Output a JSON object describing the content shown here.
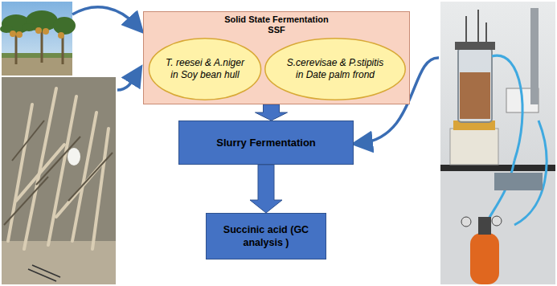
{
  "diagram": {
    "nodes": [
      {
        "text": [
          "Solid State Fermentation SSF"
        ]
      },
      {
        "text": [
          "T. reesei & A.niger in Soy bean hull"
        ],
        "in": 0
      },
      {
        "text": [
          "S.cerevisae & P.stipitis in Date palm frond"
        ],
        "in": 0
      },
      {
        "text": [
          "Slurry Fermentation"
        ]
      },
      {
        "text": [
          "Succinic acid (GC analysis )"
        ]
      }
    ],
    "edges": [
      {
        "from": 0,
        "to": 3,
        "arrow": "to"
      },
      {
        "from": 3,
        "to": 4,
        "arrow": "to"
      }
    ]
  }
}
